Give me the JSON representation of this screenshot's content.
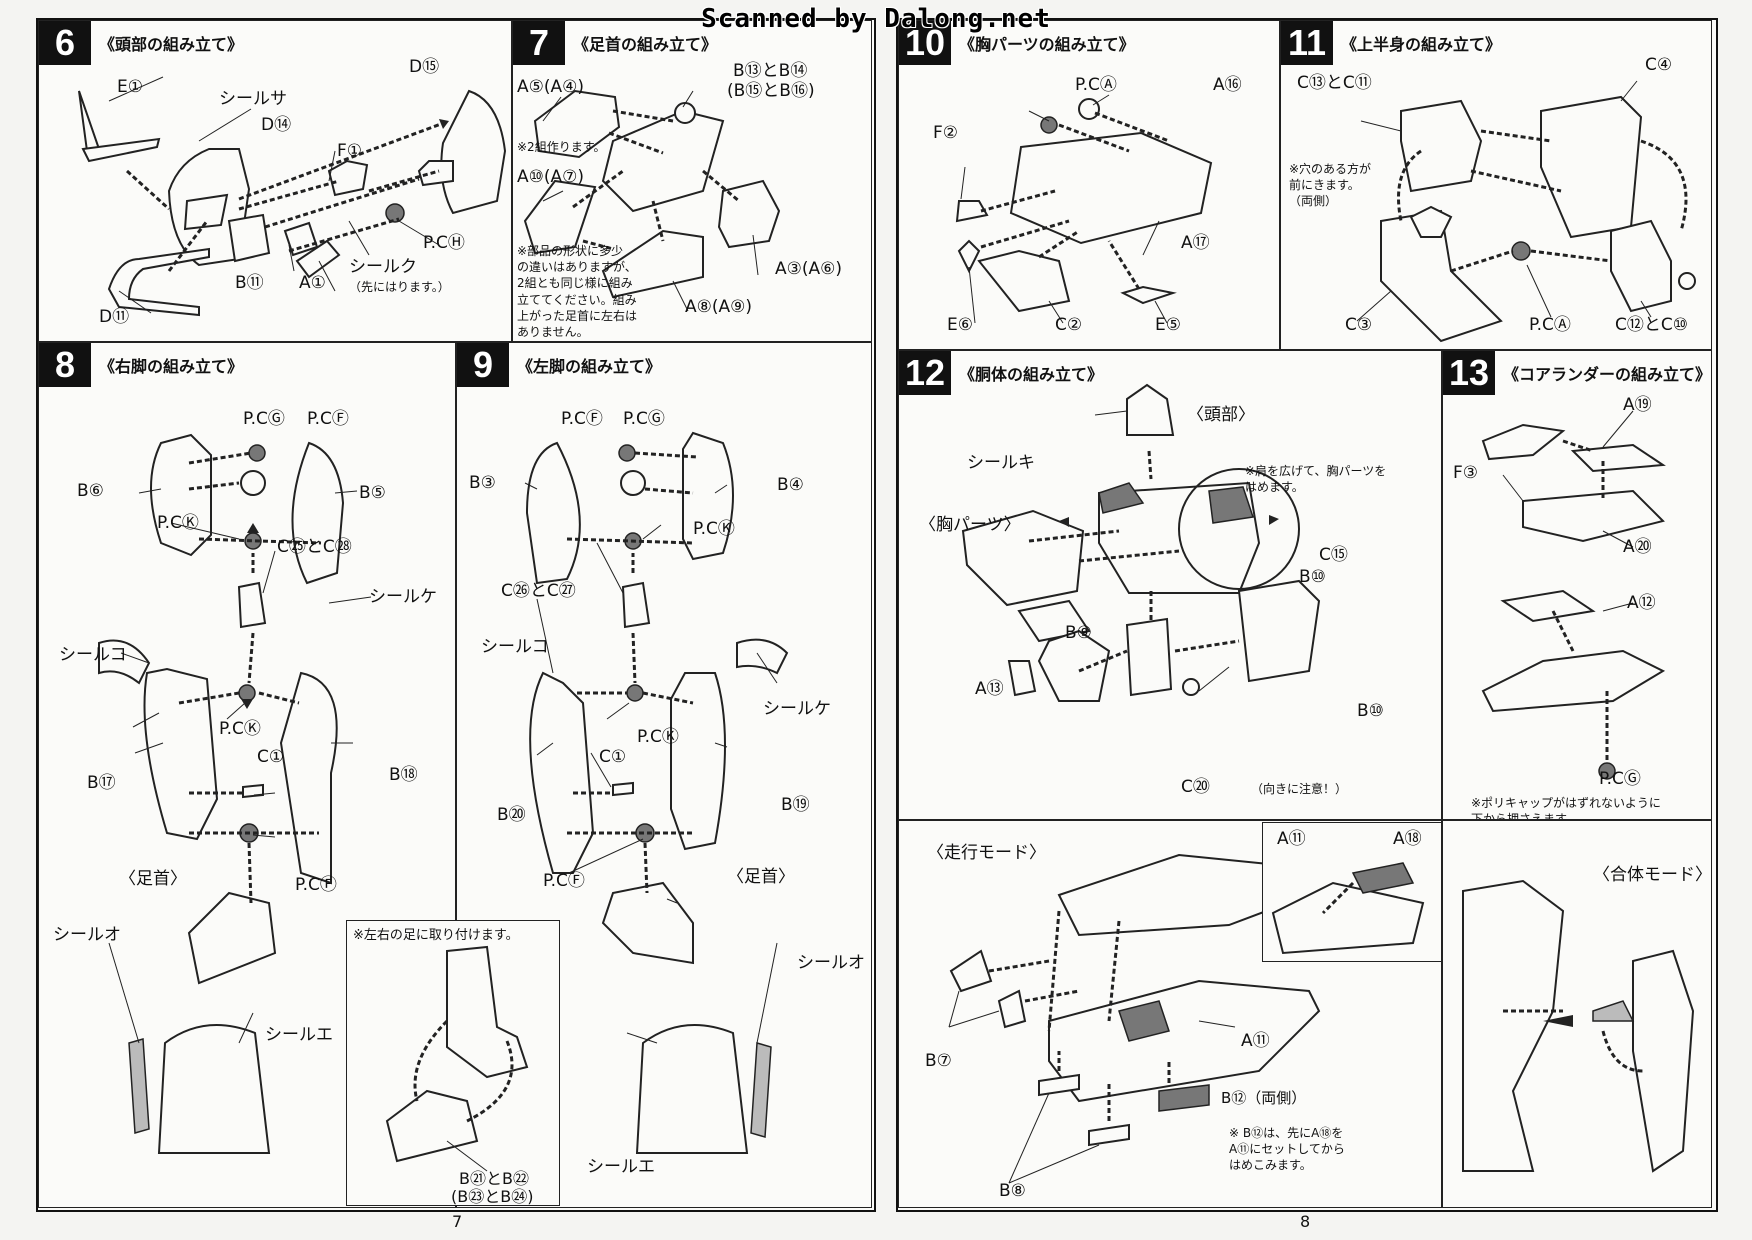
{
  "header": {
    "scan_credit": "Scanned by Dalong.net"
  },
  "pages": {
    "left_number": "7",
    "right_number": "8"
  },
  "steps": {
    "s6": {
      "num": "6",
      "title": "《頭部の組み立て》",
      "labels": {
        "e1": "E①",
        "seal_sa": "シールサ",
        "d15": "D⑮",
        "d14": "D⑭",
        "f1": "F①",
        "pch": "P.CⒽ",
        "seal_ku": "シールク",
        "seal_ku_note": "（先にはります。）",
        "b11": "B⑪",
        "a1": "A①",
        "d11": "D⑪"
      }
    },
    "s7": {
      "num": "7",
      "title": "《足首の組み立て》",
      "labels": {
        "b13_b14": "B⑬とB⑭",
        "b15_b16": "(B⑮とB⑯)",
        "a5_a4": "A⑤(A④)",
        "note_2sets": "※2組作ります。",
        "a10_a7": "A⑩(A⑦)",
        "note_shape": "※部品の形状に多少\nの違いはありますが、\n2組とも同じ様に組み\n立ててください。組み\n上がった足首に左右は\nありません。",
        "a3_a6": "A③(A⑥)",
        "a8_a9": "A⑧(A⑨)"
      }
    },
    "s8": {
      "num": "8",
      "title": "《右脚の組み立て》",
      "labels": {
        "pcg": "P.CⒼ",
        "pcf": "P.CⒻ",
        "b6": "B⑥",
        "b5": "B⑤",
        "pck": "P.CⓀ",
        "c25_c28": "C㉕とC㉘",
        "seal_ke": "シールケ",
        "seal_ko": "シールコ",
        "pck2": "P.CⓀ",
        "c1": "C①",
        "b17": "B⑰",
        "b18": "B⑱",
        "ankle": "〈足首〉",
        "pcf2": "P.CⒻ",
        "seal_o": "シールオ",
        "seal_e": "シールエ"
      }
    },
    "s9": {
      "num": "9",
      "title": "《左脚の組み立て》",
      "labels": {
        "pcf": "P.CⒻ",
        "pcg": "P.CⒼ",
        "b3": "B③",
        "b4": "B④",
        "pck": "P.CⓀ",
        "c26_c27": "C㉖とC㉗",
        "seal_ko": "シールコ",
        "seal_ke": "シールケ",
        "pck2": "P.CⓀ",
        "c1": "C①",
        "b20": "B⑳",
        "b19": "B⑲",
        "pcf2": "P.CⒻ",
        "ankle": "〈足首〉",
        "inset_note": "※左右の足に取り付けます。",
        "b21_b22": "B㉑とB㉒",
        "b23_b24": "(B㉓とB㉔)",
        "seal_o": "シールオ",
        "seal_e": "シールエ"
      }
    },
    "s10": {
      "num": "10",
      "title": "《胸パーツの組み立て》",
      "labels": {
        "pca": "P.CⒶ",
        "a16": "A⑯",
        "f2": "F②",
        "a17": "A⑰",
        "e6": "E⑥",
        "c2": "C②",
        "e5": "E⑤"
      }
    },
    "s11": {
      "num": "11",
      "title": "《上半身の組み立て》",
      "labels": {
        "c13_c11": "C⑬とC⑪",
        "c4": "C④",
        "note_hole": "※穴のある方が\n前にきます。\n（両側）",
        "c3": "C③",
        "pca": "P.CⒶ",
        "c12_c10": "C⑫とC⑩"
      }
    },
    "s12": {
      "num": "12",
      "title": "《胴体の組み立て》",
      "labels": {
        "head": "〈頭部〉",
        "seal_ki": "シールキ",
        "note_shoulder": "※肩を広げて、胸パーツを\nはめます。",
        "chest": "〈胸パーツ〉",
        "c15": "C⑮",
        "b10a": "B⑩",
        "b9": "B⑨",
        "a13": "A⑬",
        "b10b": "B⑩",
        "c20": "C⑳",
        "caution": "（向きに注意！）"
      }
    },
    "s13": {
      "num": "13",
      "title": "《コアランダーの組み立て》",
      "labels": {
        "a19": "A⑲",
        "f3": "F③",
        "a20": "A⑳",
        "a12": "A⑫",
        "pcg": "P.CⒼ",
        "note_cap": "※ポリキャップがはずれないように\n下から押さえます。"
      }
    },
    "run_mode": {
      "labels": {
        "title": "〈走行モード〉",
        "a11a": "A⑪",
        "a18": "A⑱",
        "b7": "B⑦",
        "a11b": "A⑪",
        "b12": "B⑫（両側）",
        "b8": "B⑧",
        "note_b12": "※ B⑫は、先にA⑱を\nA⑪にセットしてから\nはめこみます。"
      }
    },
    "combine_mode": {
      "labels": {
        "title": "〈合体モード〉"
      }
    }
  }
}
